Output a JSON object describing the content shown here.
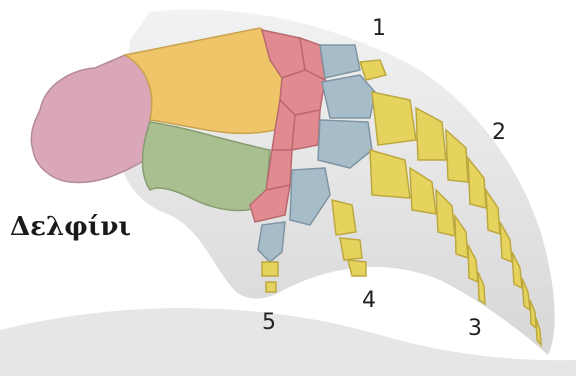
{
  "figure": {
    "animal_label": "Δελφίνι",
    "digit_labels": [
      "1",
      "2",
      "3",
      "4",
      "5"
    ]
  },
  "colors": {
    "background": "#ffffff",
    "flipper_outline": "#cfcfcf",
    "humerus": "#d9a7b8",
    "radius": "#f0c56a",
    "ulna": "#a9bf8f",
    "carpals": "#e18a8f",
    "metacarpals": "#a7bcc9",
    "phalanges": "#e6d35e"
  }
}
